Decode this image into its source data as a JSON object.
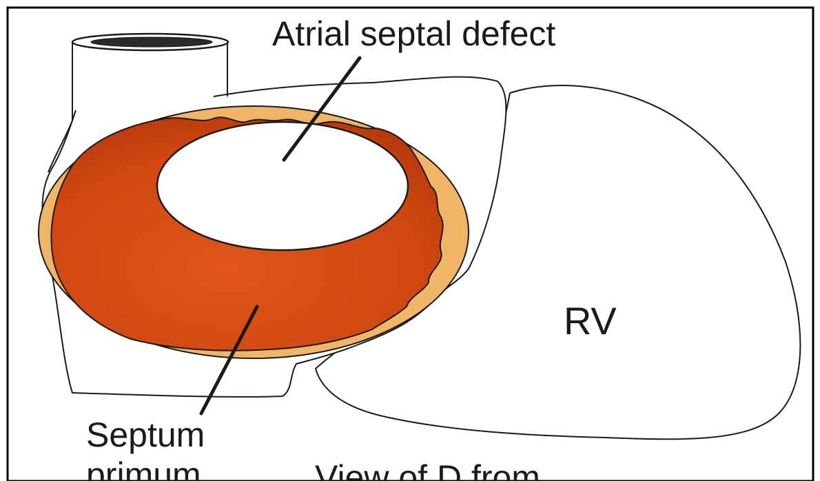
{
  "figure": {
    "labels": {
      "defect": "Atrial septal defect",
      "septum_line1": "Septum",
      "septum_line2": "primum",
      "chamber": "RV",
      "caption": "View of D from"
    },
    "colors": {
      "septum_fill": "#cf4810",
      "septum_dark": "#b83a0c",
      "rim_fill": "#f0b566",
      "outline": "#1a1a1a",
      "frame": "#000000",
      "tissue": "#ffffff"
    }
  }
}
